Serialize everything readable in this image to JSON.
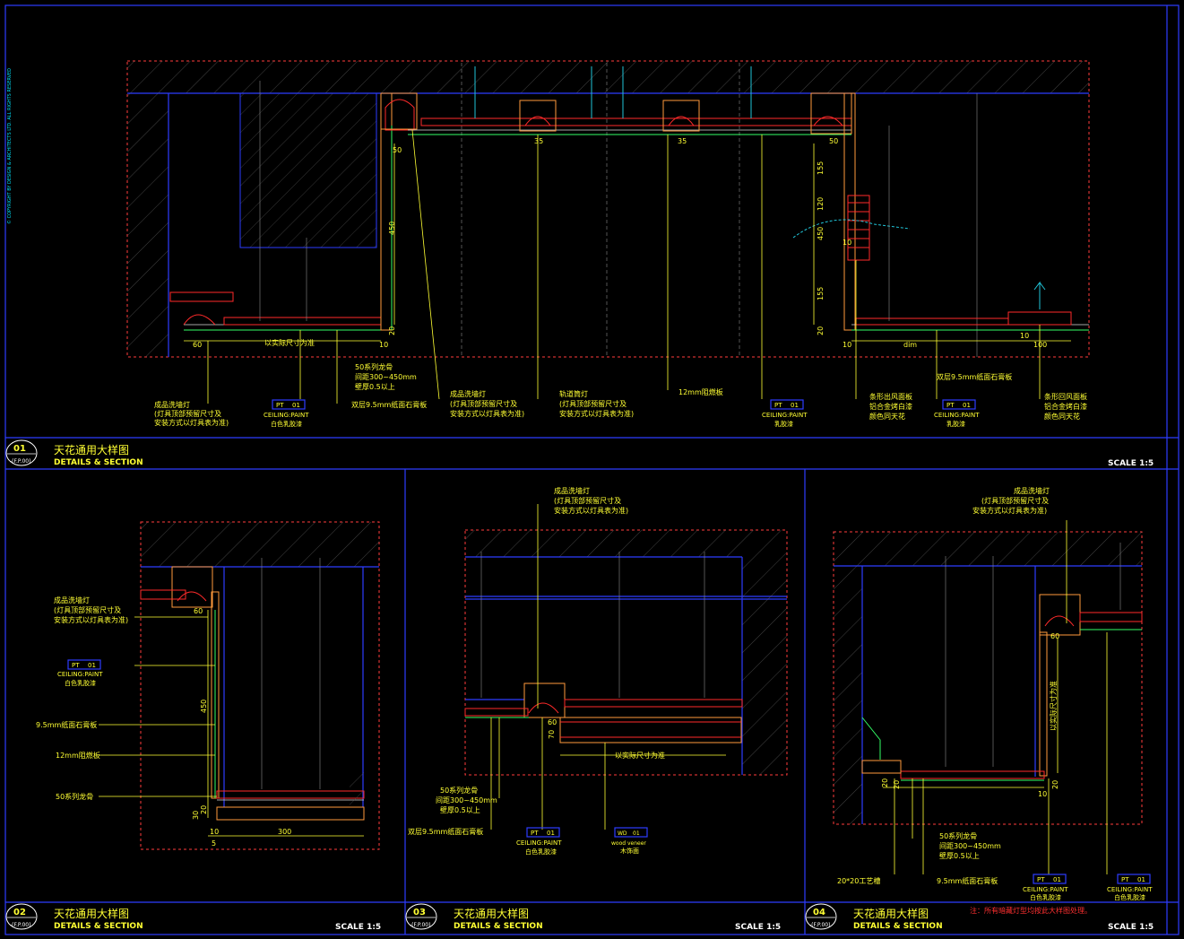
{
  "copyright": "© COPYRIGHT BY DESIGN & ARCHITECTS LTD. ALL RIGHTS RESERVED",
  "panels": [
    {
      "num": "01",
      "ref": "-(F.P.00)",
      "title_cn": "天花通用大样图",
      "title_en": "DETAILS & SECTION",
      "scale": "SCALE  1:5"
    },
    {
      "num": "02",
      "ref": "-(F.P.00)",
      "title_cn": "天花通用大样图",
      "title_en": "DETAILS & SECTION",
      "scale": "SCALE  1:5"
    },
    {
      "num": "03",
      "ref": "-(F.P.00)",
      "title_cn": "天花通用大样图",
      "title_en": "DETAILS & SECTION",
      "scale": "SCALE  1:5"
    },
    {
      "num": "04",
      "ref": "-(F.P.00)",
      "title_cn": "天花通用大样图",
      "title_en": "DETAILS & SECTION",
      "scale": "SCALE  1:5"
    }
  ],
  "note_red": "注：所有暗藏灯型均按此大样图处理。",
  "tags": {
    "pt": "PT",
    "pt_num": "01",
    "ceiling": "CEILING:PAINT",
    "paint_white": "白色乳胶漆",
    "paint_latex": "乳胶漆",
    "wd": "WD",
    "wd_num": "01",
    "wood_veneer": "wood veneer",
    "wood_cn": "木饰面"
  },
  "labels": {
    "washer_1": "成品洗墙灯",
    "washer_2": "(灯具顶部预留尺寸及",
    "washer_3": "安装方式以灯具表为准)",
    "keel_1": "50系列龙骨",
    "keel_2": "间距300~450mm",
    "keel_3": "壁厚0.5以上",
    "gypsum_double": "双层9.5mm纸面石膏板",
    "gypsum_single": "9.5mm纸面石膏板",
    "track_light": "轨道筒灯",
    "track_light_2": "(灯具顶部预留尺寸及",
    "track_light_3": "安装方式以灯具表为准)",
    "board_12": "12mm阻燃板",
    "keel_50": "50系列龙骨",
    "vent_1": "条形出风面板",
    "vent_2": "铝合金烤白漆",
    "vent_3": "颜色同天花",
    "return_1": "条形回风面板",
    "return_2": "铝合金烤白漆",
    "return_3": "颜色同天花",
    "actual_size": "以实际尺寸为准",
    "groove": "20*20工艺槽",
    "dim_wall": "dim"
  },
  "dims": {
    "d60": "60",
    "d50": "50",
    "d35": "35",
    "d450": "450",
    "d20": "20",
    "d10": "10",
    "d155": "155",
    "d120": "120",
    "d100": "100",
    "d30": "30",
    "d300": "300",
    "d5": "5",
    "d70": "70"
  }
}
